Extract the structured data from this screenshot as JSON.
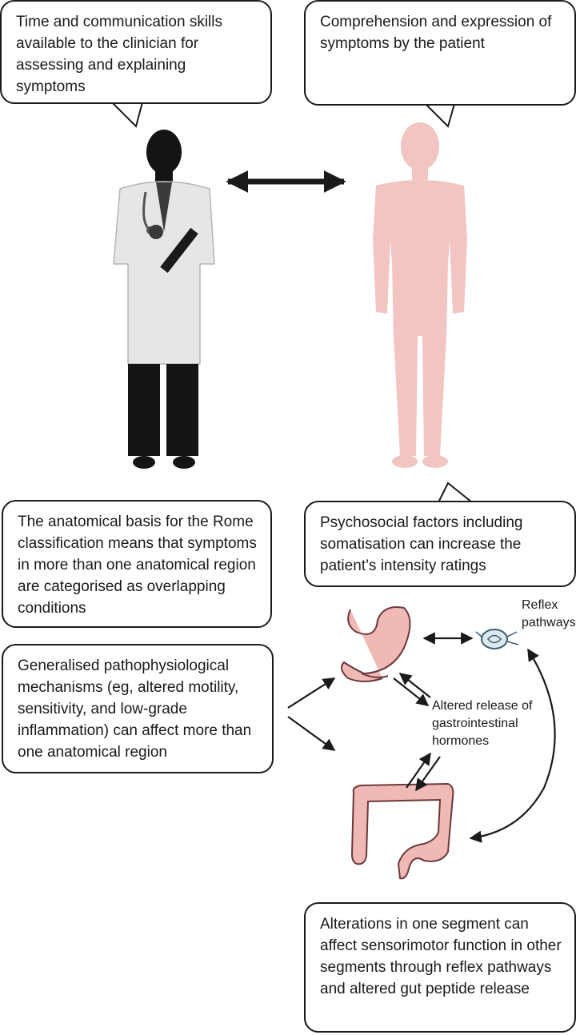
{
  "clinician_box": "Time and communication skills available to the clinician for assessing and explaining symptoms",
  "patient_box": "Comprehension and expression of symptoms by the patient",
  "rome_box": "The anatomical basis for the Rome classification means that symptoms in more than one anatomical region are categorised as overlapping conditions",
  "psychosocial_box": "Psychosocial factors including somatisation can increase the patient’s intensity ratings",
  "mechanisms_box": "Generalised pathophysiological mechanisms (eg, altered motility, sensitivity, and low-grade inflammation) can affect more than one anatomical region",
  "alterations_box": "Alterations in one segment can affect sensorimotor function in other segments through reflex pathways and altered gut peptide release",
  "reflex_label": "Reflex pathways",
  "hormones_label": "Altered release of gastrointestinal hormones",
  "colors": {
    "line": "#1a1a1a",
    "doctor_coat": "#e6e6e6",
    "doctor_dark": "#141414",
    "patient_skin": "#f2c4c2",
    "organ_fill": "#f1b9b5",
    "organ_stroke": "#6b3a3a",
    "spine_fill": "#dce9f0",
    "spine_stroke": "#3e5f70"
  },
  "icons": [
    "doctor-figure",
    "patient-figure",
    "stomach-icon",
    "colon-icon",
    "spinal-cord-icon"
  ]
}
